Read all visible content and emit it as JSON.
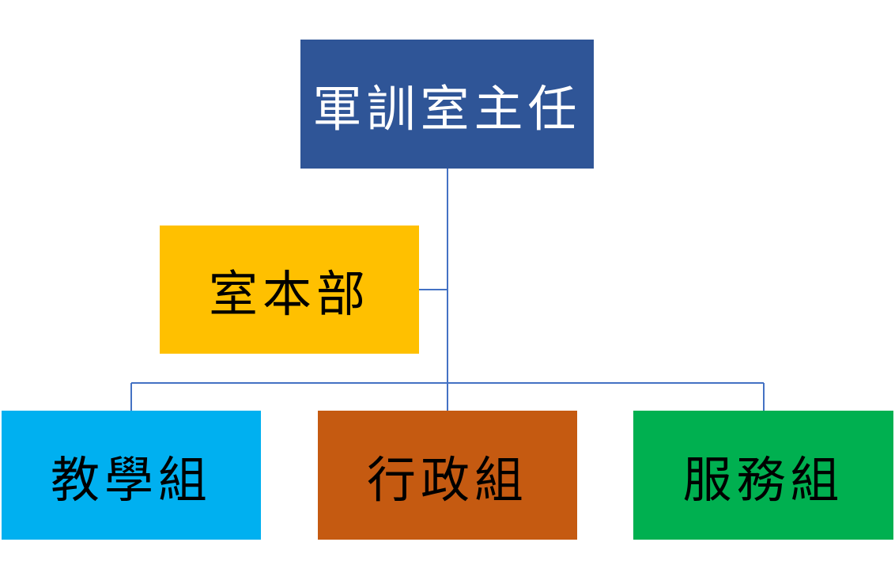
{
  "org_chart": {
    "root": {
      "label": "軍訓室主任",
      "fill": "#2F5597",
      "text_color": "#ffffff"
    },
    "assistant": {
      "label": "室本部",
      "fill": "#FFC000",
      "text_color": "#000000"
    },
    "children": [
      {
        "label": "教學組",
        "fill": "#00B0F0",
        "text_color": "#000000"
      },
      {
        "label": "行政組",
        "fill": "#C55A11",
        "text_color": "#000000"
      },
      {
        "label": "服務組",
        "fill": "#00B050",
        "text_color": "#000000"
      }
    ],
    "connector_color": "#4472C4"
  }
}
